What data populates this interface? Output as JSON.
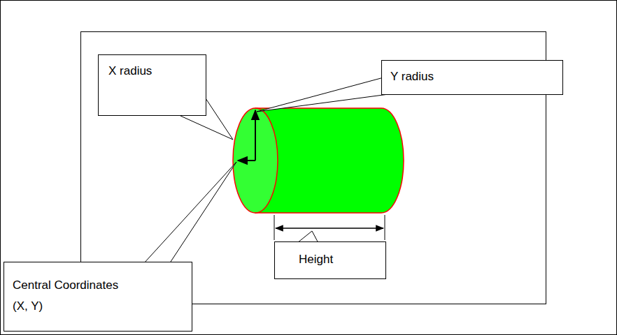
{
  "diagram": {
    "nodes": [
      {
        "text": [
          "X radius"
        ]
      },
      {
        "text": [
          "Y radius"
        ]
      },
      {
        "text": [
          "Central Coordinates (X, Y)"
        ]
      },
      {
        "text": [
          "Height"
        ]
      }
    ]
  }
}
